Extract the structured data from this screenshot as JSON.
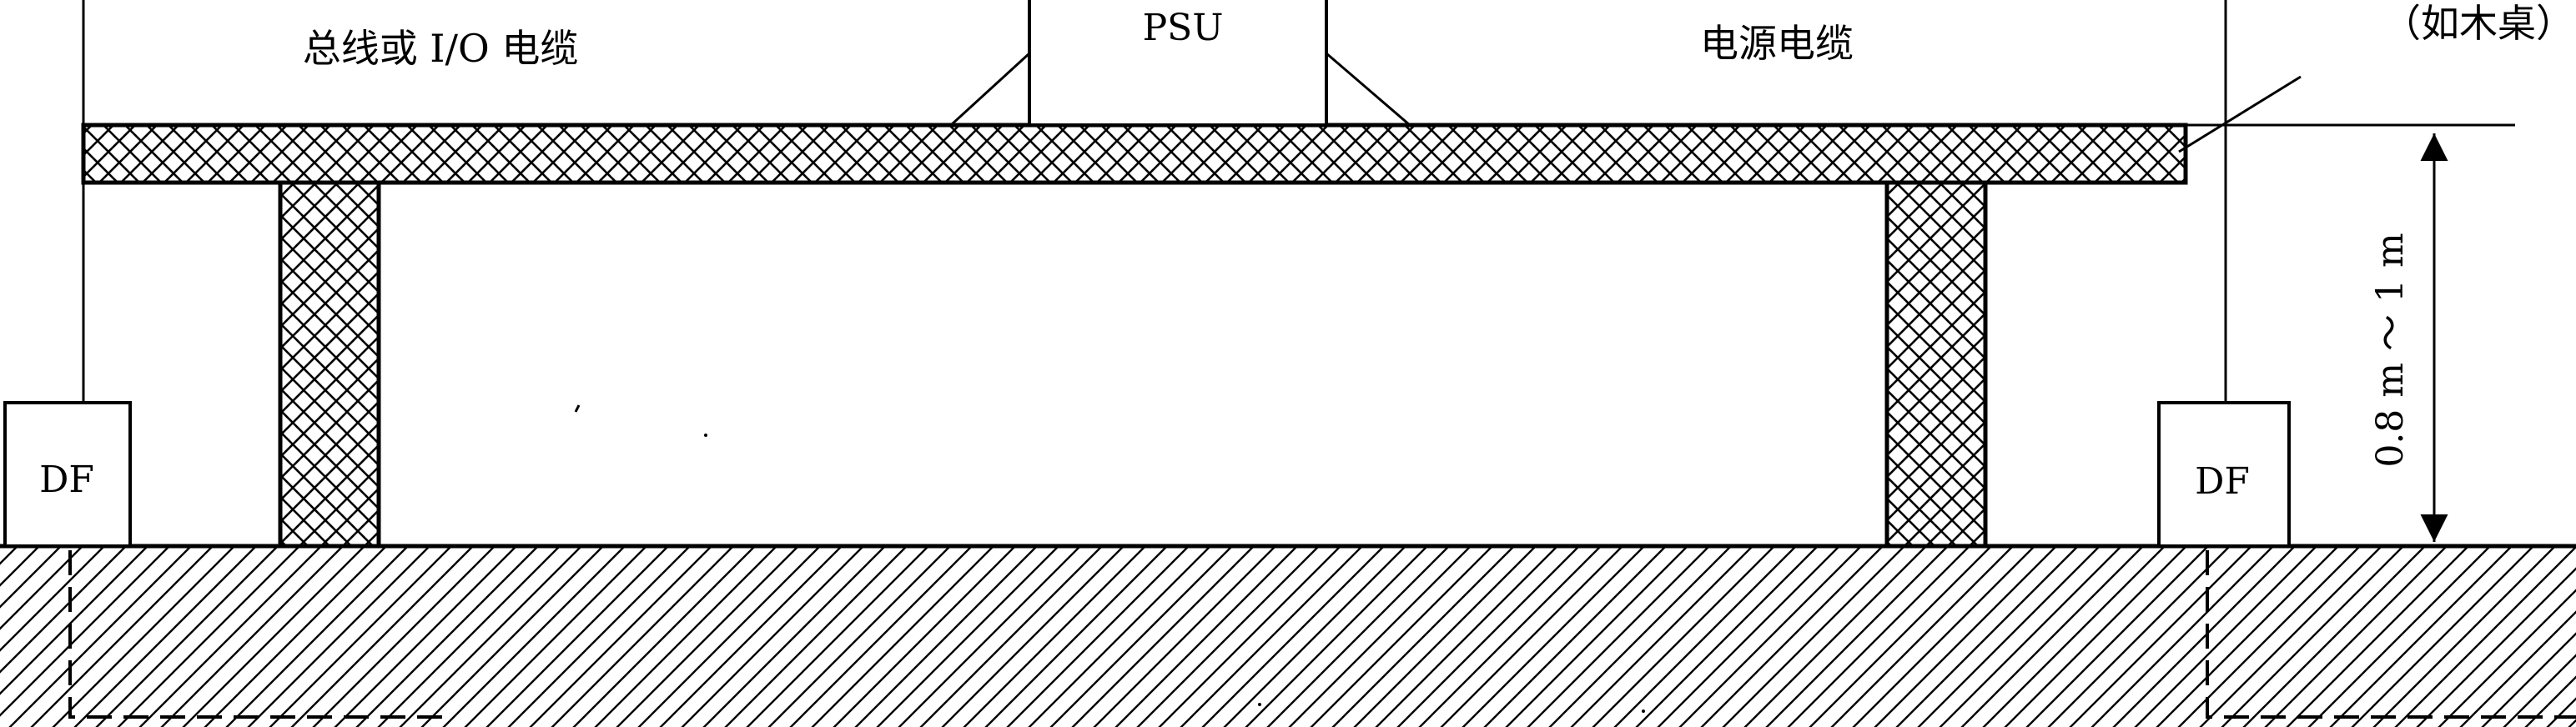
{
  "labels": {
    "bus_io_cable": "总线或 I/O 电缆",
    "psu": "PSU",
    "power_cable": "电源电缆",
    "table_note": "（如木桌）",
    "height": "0.8 m ～ 1 m",
    "df_left": "DF",
    "df_right": "DF"
  },
  "colors": {
    "line": "#000000",
    "background": "#ffffff"
  }
}
